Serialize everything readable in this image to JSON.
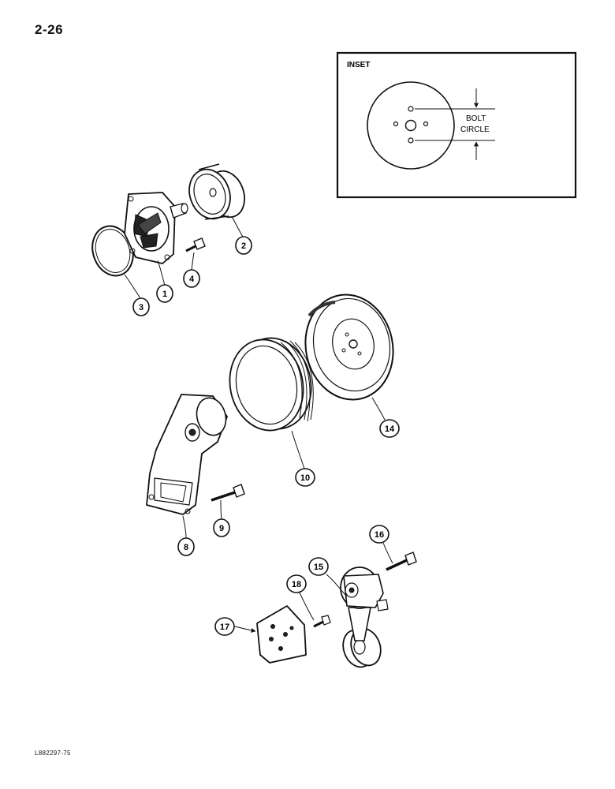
{
  "page": {
    "number": "2-26",
    "figure_code": "L882297-75"
  },
  "inset": {
    "title": "INSET",
    "bolt_label": "BOLT",
    "circle_label": "CIRCLE"
  },
  "callouts": {
    "c1": "1",
    "c2": "2",
    "c3": "3",
    "c4": "4",
    "c8": "8",
    "c9": "9",
    "c10": "10",
    "c14": "14",
    "c15": "15",
    "c16": "16",
    "c17": "17",
    "c18": "18"
  }
}
